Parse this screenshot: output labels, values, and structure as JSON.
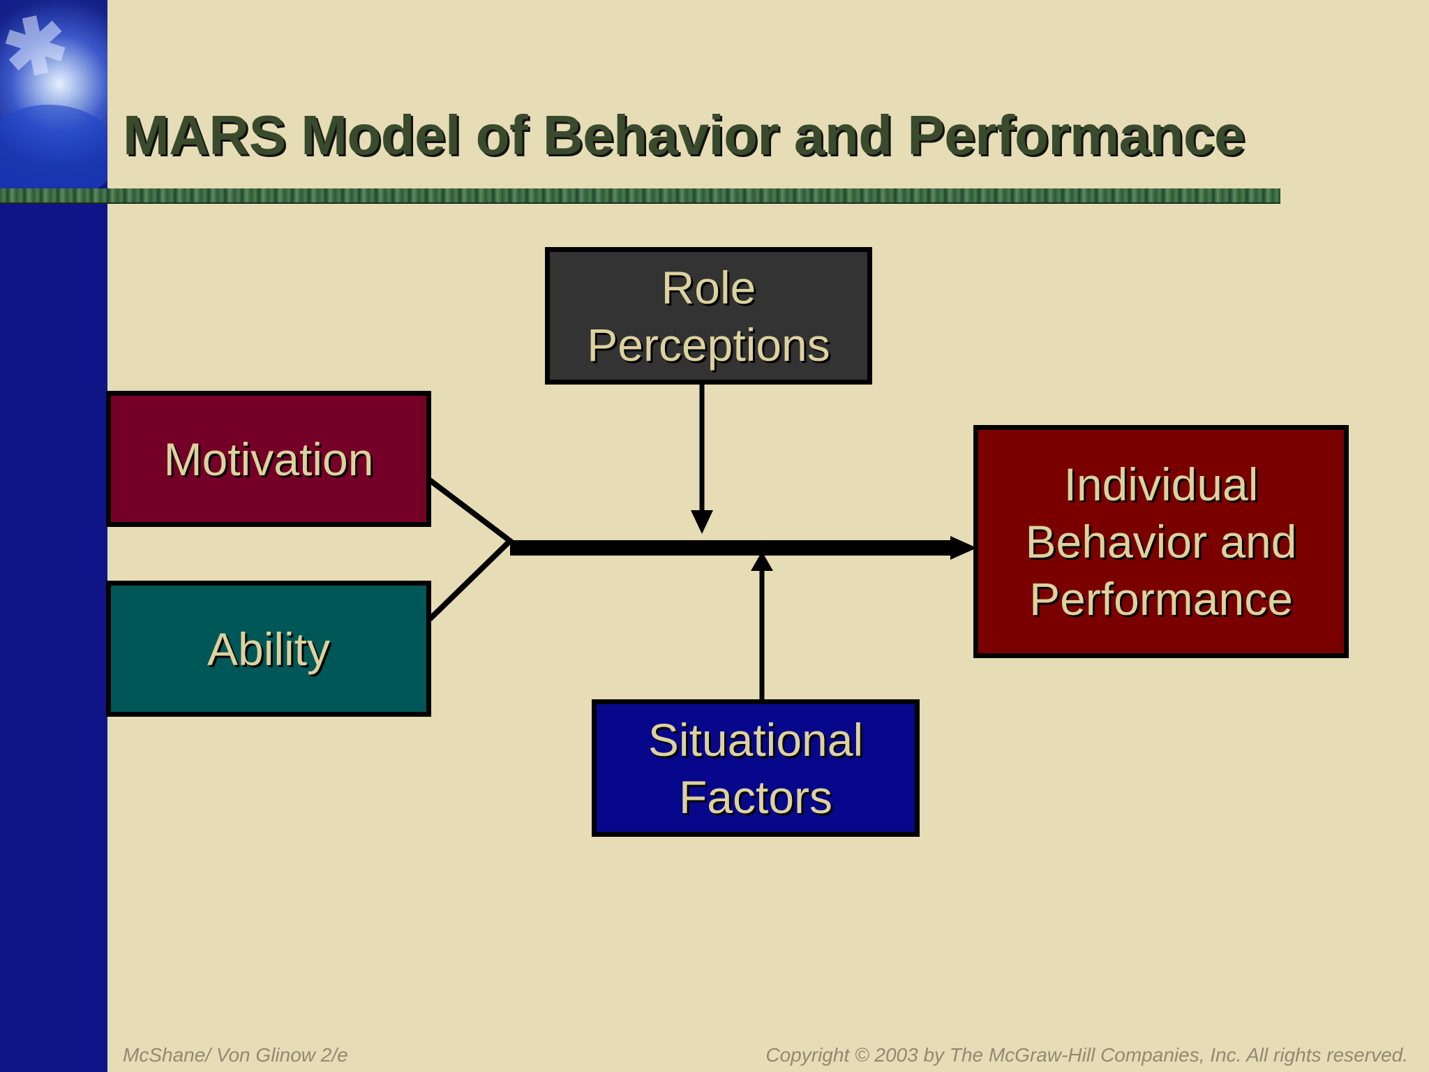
{
  "slide": {
    "title": "MARS Model of Behavior and Performance",
    "footer_left": "McShane/ Von Glinow 2/e",
    "footer_right": "Copyright © 2003 by The McGraw-Hill Companies, Inc.  All rights reserved."
  },
  "diagram": {
    "nodes": {
      "role_perceptions": {
        "line1": "Role",
        "line2": "Perceptions",
        "fill": "#333333"
      },
      "motivation": {
        "line1": "Motivation",
        "fill": "#750027"
      },
      "ability": {
        "line1": "Ability",
        "fill": "#005757"
      },
      "situational_factors": {
        "line1": "Situational",
        "line2": "Factors",
        "fill": "#07078b"
      },
      "outcome": {
        "line1": "Individual",
        "line2": "Behavior and",
        "line3": "Performance",
        "fill": "#7a0000"
      }
    },
    "text_color": "#ddd29e",
    "edges": [
      {
        "from": "motivation",
        "to": "outcome"
      },
      {
        "from": "ability",
        "to": "outcome"
      },
      {
        "from": "role_perceptions",
        "to": "outcome"
      },
      {
        "from": "situational_factors",
        "to": "outcome"
      }
    ]
  }
}
